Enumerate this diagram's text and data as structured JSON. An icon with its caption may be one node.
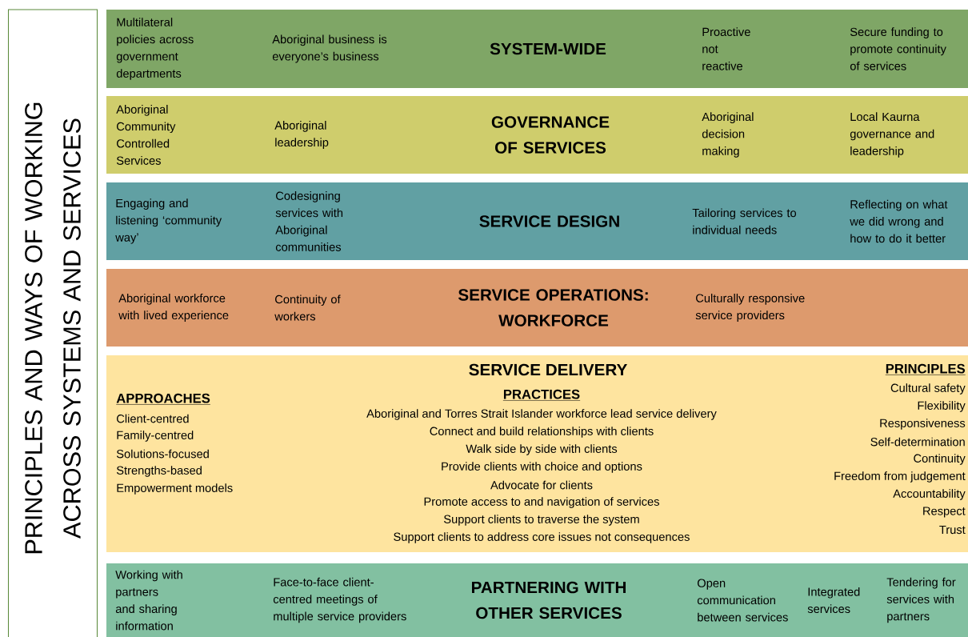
{
  "diagram": {
    "nodes": [
      {
        "text": [
          "PRINCIPLES AND WAYS OF WORKING ACROSS SYSTEMS AND SERVICES"
        ]
      },
      {
        "text": [
          "Multilateral policies across government departments",
          "Aboriginal business is everyone’s business",
          "SYSTEM-WIDE",
          "Proactive not reactive",
          "Secure funding to promote continuity of services"
        ]
      },
      {
        "text": [
          "Aboriginal Community Controlled Services",
          "Aboriginal leadership",
          "GOVERNANCE OF SERVICES",
          "Aboriginal decision making",
          "Local Kaurna governance and leadership"
        ]
      },
      {
        "text": [
          "Engaging and listening ‘community way’",
          "Codesigning services with Aboriginal communities",
          "SERVICE DESIGN",
          "Tailoring services to individual needs",
          "Reflecting on what we did wrong and how to do it better"
        ]
      },
      {
        "text": [
          "Aboriginal workforce with lived experience",
          "Continuity of workers",
          "SERVICE OPERATIONS: WORKFORCE",
          "Culturally responsive service providers"
        ]
      },
      {
        "text": [
          "SERVICE DELIVERY",
          "APPROACHES",
          "Client-centred",
          "Family-centred",
          "Solutions-focused",
          "Strengths-based",
          "Empowerment models",
          "PRACTICES",
          "Aboriginal and Torres Strait Islander workforce lead service delivery",
          "Connect and build relationships with clients",
          "Walk side by side with clients",
          "Provide clients with choice and options",
          "Advocate for clients",
          "Promote access to and navigation of services",
          "Support clients to traverse the system",
          "Support clients to address core issues not consequences",
          "PRINCIPLES",
          "Cultural safety",
          "Flexibility",
          "Responsiveness",
          "Self-determination",
          "Continuity",
          "Freedom from judgement",
          "Accountability",
          "Respect",
          "Trust"
        ]
      },
      {
        "text": [
          "Working with partners and sharing information",
          "Face-to-face client-centred meetings of multiple service providers",
          "PARTNERING WITH OTHER SERVICES",
          "Open communication between services",
          "Integrated services",
          "Tendering for services with partners"
        ]
      }
    ]
  }
}
